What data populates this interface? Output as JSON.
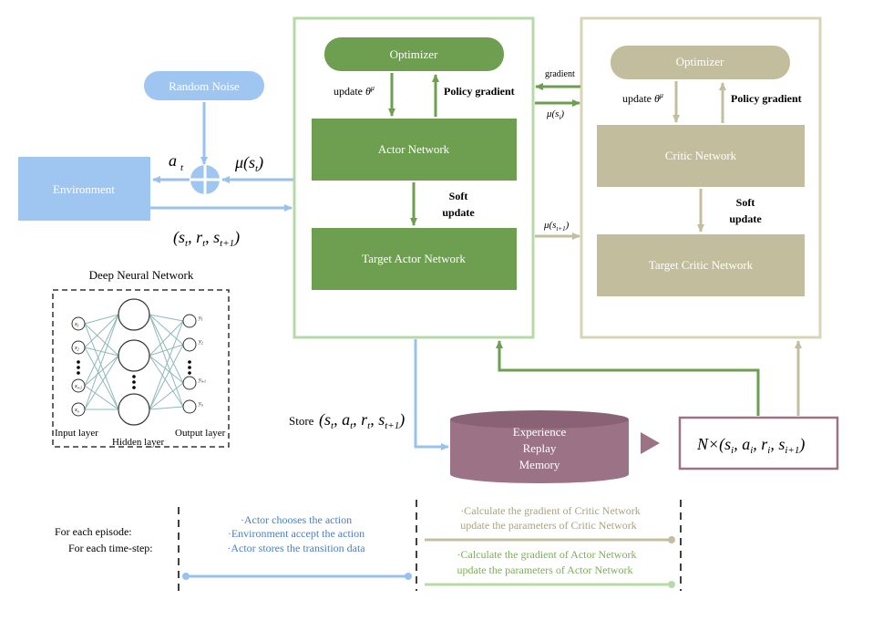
{
  "colors": {
    "actor_green": "#6e9e4f",
    "actor_frame": "#b6d9a7",
    "critic_khaki": "#c2bd9c",
    "critic_frame": "#d8d4b6",
    "env_blue": "#9ec6f0",
    "env_text": "#ffffff",
    "replay_purple": "#9b7286",
    "arrow_blue": "#99c1ee",
    "arrow_green": "#6e9e4f",
    "arrow_khaki": "#c4bea0",
    "legend_blue_text": "#4a7fc4",
    "legend_khaki_text": "#a9a37f",
    "legend_green_text": "#7cae5a",
    "legend_green_line": "#b7dba5"
  },
  "labels": {
    "random_noise": "Random Noise",
    "environment": "Environment",
    "optimizer_actor": "Optimizer",
    "optimizer_critic": "Optimizer",
    "actor_network": "Actor Network",
    "target_actor_network": "Target Actor Network",
    "critic_network": "Critic Network",
    "target_critic_network": "Target Critic Network",
    "policy_gradient_actor": "Policy gradient",
    "policy_gradient_critic": "Policy gradient",
    "soft_update_actor_1": "Soft",
    "soft_update_actor_2": "update",
    "soft_update_critic_1": "Soft",
    "soft_update_critic_2": "update",
    "gradient": "gradient",
    "update_actor": "update",
    "update_critic": "update",
    "theta_mu": "θ",
    "theta_mu_sup": "μ",
    "experience_replay_1": "Experience",
    "experience_replay_2": "Replay",
    "experience_replay_3": "Memory",
    "store": "Store",
    "deep_neural_network": "Deep Neural Network",
    "input_layer": "Input layer",
    "hidden_layer": "Hidden layer",
    "output_layer": "Output layer"
  },
  "math": {
    "a_t": "a",
    "a_t_sub": "t",
    "mu_st": "μ(s",
    "mu_st_sub": "t",
    "mu_st_close": ")",
    "transition": "(s",
    "mu_si": "μ(s",
    "mu_si_sub": "i",
    "mu_st1": "μ(s",
    "mu_st1_sub": "t+1",
    "batch_prefix": "N×",
    "batch": "(s"
  },
  "nn": {
    "inputs": [
      "x1",
      "x2",
      "xn-1",
      "xn"
    ],
    "outputs": [
      "y1",
      "y2",
      "yn-1",
      "yn"
    ]
  },
  "legend": {
    "for_each_episode": "For each episode:",
    "for_each_time_step": "For each time-step:",
    "actor_steps": [
      "·Actor chooses the action",
      "·Environment accept the action",
      "·Actor stores the transition data"
    ],
    "critic_steps": [
      "·Calculate the gradient of Critic Network",
      "update the parameters of Critic Network"
    ],
    "actor_update_steps": [
      "·Calculate the gradient of Actor Network",
      "update the parameters of Actor Network"
    ]
  }
}
